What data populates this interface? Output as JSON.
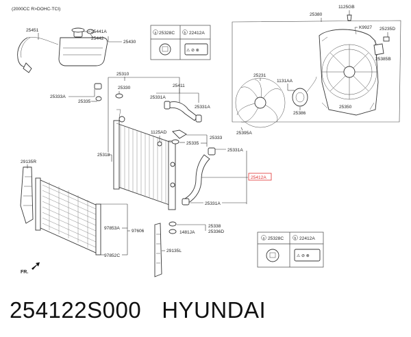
{
  "header": {
    "engine_note": "(2000CC R>DOHC-TCI)"
  },
  "labels": {
    "l25451": "25451",
    "l25441A": "25441A",
    "l25442": "25442",
    "l25430": "25430",
    "l25310": "25310",
    "l25330": "25330",
    "l25333A": "25333A",
    "l25335a": "25335",
    "l25411": "25411",
    "l25331Aa": "25331A",
    "l25331Ab": "25331A",
    "l1125AD": "1125AD",
    "l25333": "25333",
    "l25335b": "25335",
    "l25331Ac": "25331A",
    "l25318": "25318",
    "l29135R": "29135R",
    "l25412A": "25412A",
    "l25331Ad": "25331A",
    "l97853A": "97853A",
    "l97606": "97606",
    "l97852C": "97852C",
    "l25338": "25338",
    "l1481JA": "1481JA",
    "l25336D": "25336D",
    "l29135L": "29135L",
    "l25380": "25380",
    "l1125GB": "1125GB",
    "lK9927": "K9927",
    "l25235D": "25235D",
    "l25385B": "25385B",
    "l25231": "25231",
    "l1131AA": "1131AA",
    "l25386": "25386",
    "l25350": "25350",
    "l25395A": "25395A",
    "fr": "FR."
  },
  "ref_boxes": [
    {
      "a": "25328C",
      "b": "22412A"
    },
    {
      "a": "25328C",
      "b": "22412A"
    }
  ],
  "footer": {
    "part_number": "254122S000",
    "brand": "HYUNDAI"
  },
  "colors": {
    "highlight": "#e03030",
    "line": "#333333"
  }
}
